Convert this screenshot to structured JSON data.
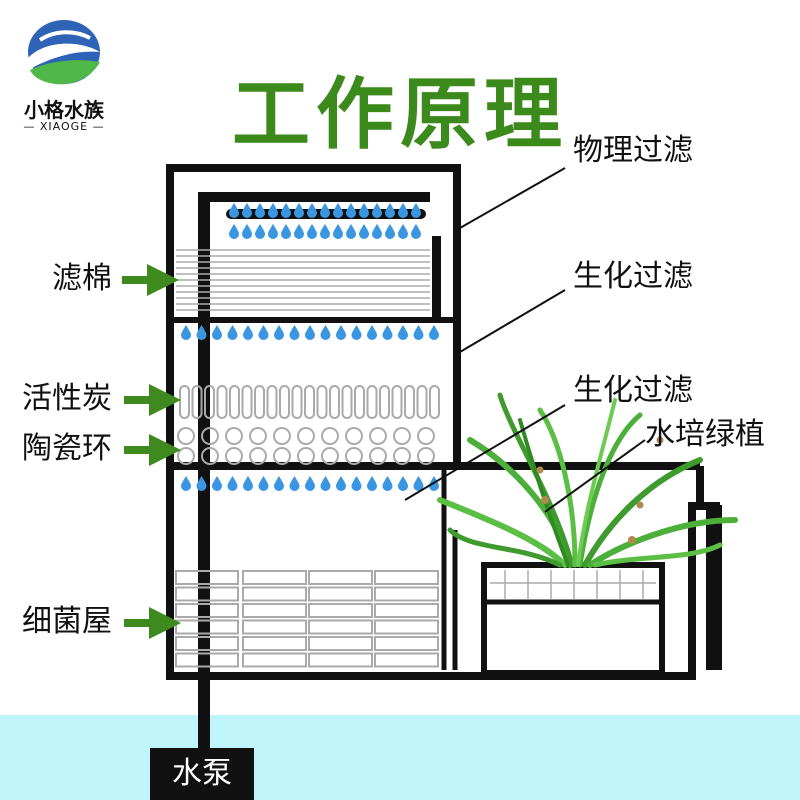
{
  "page": {
    "title": "工作原理",
    "brand": {
      "name_cn": "小格水族",
      "name_en": "— XIAOGE —"
    },
    "watermark": "小格水族",
    "accent_color": "#3c8a1c",
    "water_color": "#bff4fb"
  },
  "labels": {
    "physical_filter": "物理过滤",
    "bio_filter_1": "生化过滤",
    "bio_filter_2": "生化过滤",
    "hydroponic_plant": "水培绿植",
    "filter_cotton": "滤棉",
    "activated_carbon": "活性炭",
    "ceramic_ring": "陶瓷环",
    "bacteria_house": "细菌屋",
    "pump": "水泵"
  },
  "icons": [
    "logo-icon",
    "arrow-icon",
    "water-drop-icon",
    "plant-icon"
  ]
}
